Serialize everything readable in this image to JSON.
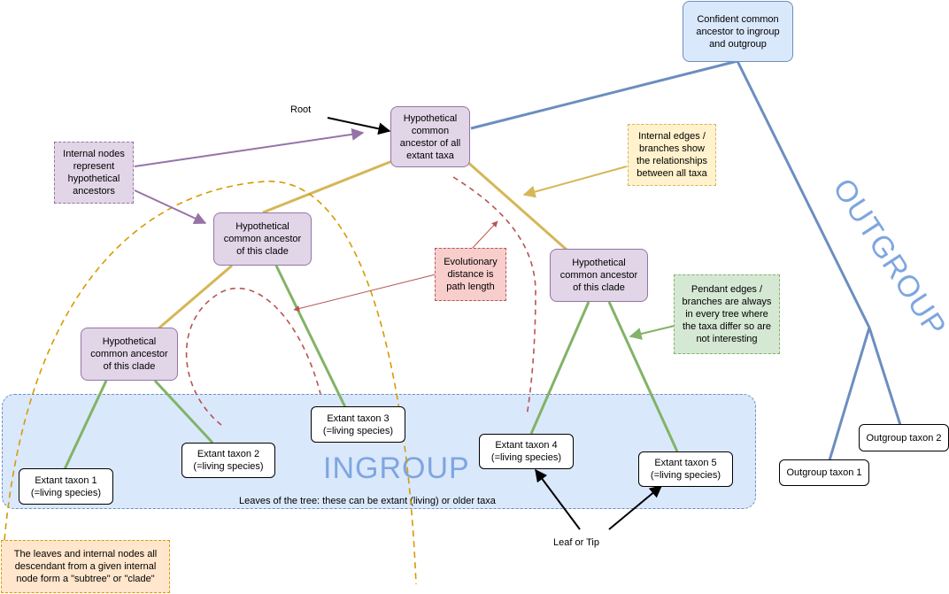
{
  "nodes": {
    "confident_ancestor": "Confident common\nancestor to ingroup\nand outgroup",
    "root_node": "Hypothetical\ncommon\nancestor of all\nextant taxa",
    "clade_left": "Hypothetical\ncommon ancestor\nof this clade",
    "clade_right": "Hypothetical\ncommon ancestor\nof this clade",
    "clade_lower": "Hypothetical\ncommon ancestor\nof this clade"
  },
  "leaves": [
    {
      "label": "Extant taxon 1\n(=living species)"
    },
    {
      "label": "Extant taxon 2\n(=living species)"
    },
    {
      "label": "Extant taxon 3\n(=living species)"
    },
    {
      "label": "Extant taxon 4\n(=living species)"
    },
    {
      "label": "Extant taxon 5\n(=living species)"
    }
  ],
  "outgroup_leaves": [
    {
      "label": "Outgroup taxon 1"
    },
    {
      "label": "Outgroup taxon 2"
    }
  ],
  "notes": {
    "internal_nodes": "Internal nodes\nrepresent\nhypothetical\nancestors",
    "internal_edges": "Internal edges /\nbranches show\nthe relationships\nbetween all taxa",
    "evolutionary_distance": "Evolutionary\ndistance is\npath length",
    "pendant_edges": "Pendant edges /\nbranches are always\nin every tree where\nthe taxa differ so are\nnot interesting",
    "subtree": "The leaves and internal nodes all\ndescendant from a given internal\nnode form a \"subtree\" or \"clade\""
  },
  "labels": {
    "root": "Root",
    "leaf_or_tip": "Leaf or Tip",
    "leaves_caption": "Leaves of the tree: these can be extant (living) or older taxa",
    "ingroup": "INGROUP",
    "outgroup": "OUTGROUP"
  },
  "colors": {
    "internal_edge": "#d6b656",
    "pendant_edge": "#82b366",
    "outgroup_edge": "#6c8ebf",
    "purple_arrow": "#9673a6",
    "red_dash": "#b85450",
    "orange_dash": "#d79b00"
  }
}
